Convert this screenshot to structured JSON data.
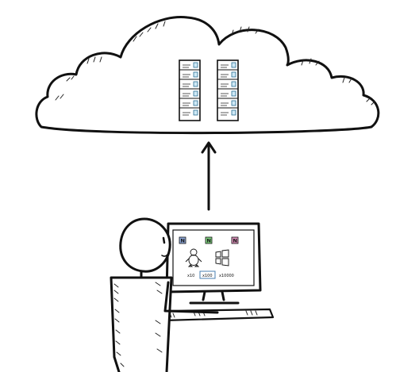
{
  "scene": {
    "description_free": true,
    "cloud": {
      "server_racks": 2,
      "units_per_rack": 6
    },
    "arrow": {
      "direction": "up"
    },
    "monitor": {
      "badges": [
        {
          "letter": "N",
          "color": "#8fa8d8"
        },
        {
          "letter": "N",
          "color": "#7fcf7f"
        },
        {
          "letter": "N",
          "color": "#d88fb8"
        }
      ],
      "os_icons": [
        "linux-penguin-icon",
        "windows-logo-icon"
      ],
      "options": [
        {
          "label": "x10",
          "selected": false
        },
        {
          "label": "x100",
          "selected": true
        },
        {
          "label": "x10000",
          "selected": false
        }
      ]
    }
  }
}
